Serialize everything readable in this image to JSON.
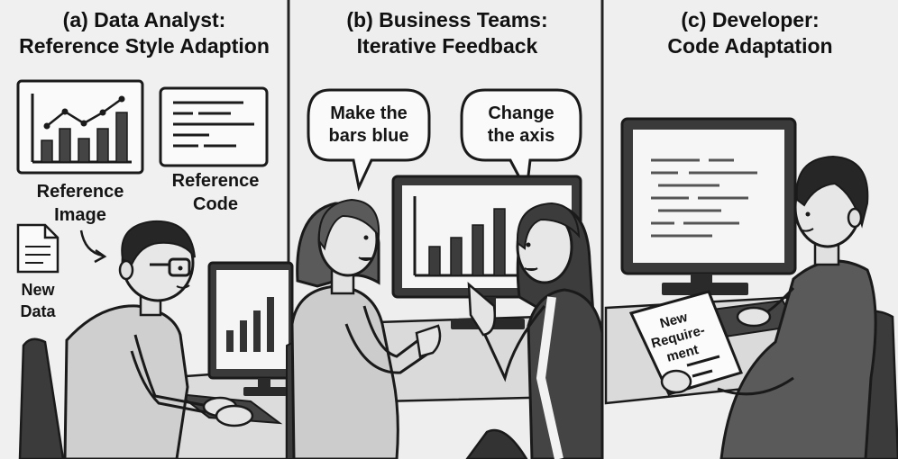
{
  "panels": [
    {
      "title_line1": "(a) Data Analyst:",
      "title_line2": "Reference Style Adaption",
      "reference_image_label_line1": "Reference",
      "reference_image_label_line2": "Image",
      "reference_code_label_line1": "Reference",
      "reference_code_label_line2": "Code",
      "new_data_label_line1": "New",
      "new_data_label_line2": "Data"
    },
    {
      "title_line1": "(b) Business Teams:",
      "title_line2": "Iterative Feedback",
      "bubble_left_line1": "Make the",
      "bubble_left_line2": "bars blue",
      "bubble_right_line1": "Change",
      "bubble_right_line2": "the axis"
    },
    {
      "title_line1": "(c) Developer:",
      "title_line2": "Code Adaptation",
      "paper_line1": "New",
      "paper_line2": "Require-",
      "paper_line3": "ment"
    }
  ],
  "colors": {
    "ink": "#1a1a1a",
    "panel_bg": "#f1f1f1",
    "divider": "#222222"
  }
}
